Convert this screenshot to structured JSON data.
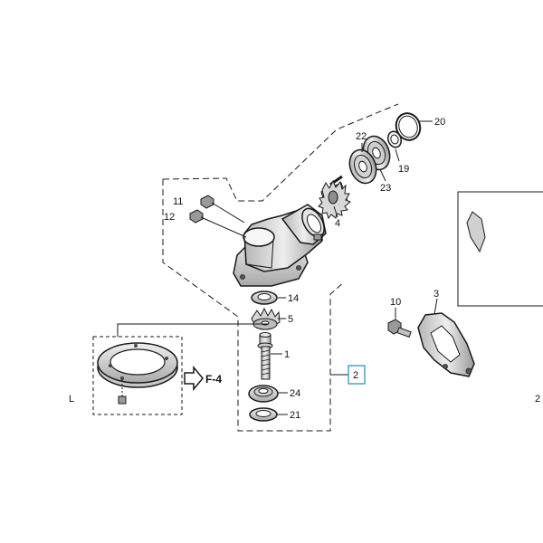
{
  "callouts": {
    "p20": "20",
    "p22": "22",
    "p19": "19",
    "p23": "23",
    "p11": "11",
    "p12": "12",
    "p4": "4",
    "p14": "14",
    "p5": "5",
    "p1": "1",
    "p24": "24",
    "p21": "21",
    "p2": "2",
    "p10": "10",
    "p3": "3"
  },
  "reference": {
    "label": "F-4"
  },
  "edge_marks": {
    "left": "L",
    "right": "2"
  },
  "colors": {
    "line": "#1a1a1a",
    "part_fill": "#e6e6e6",
    "part_shadow": "#a8a8a8",
    "highlight_box": "#4aa3c8"
  }
}
